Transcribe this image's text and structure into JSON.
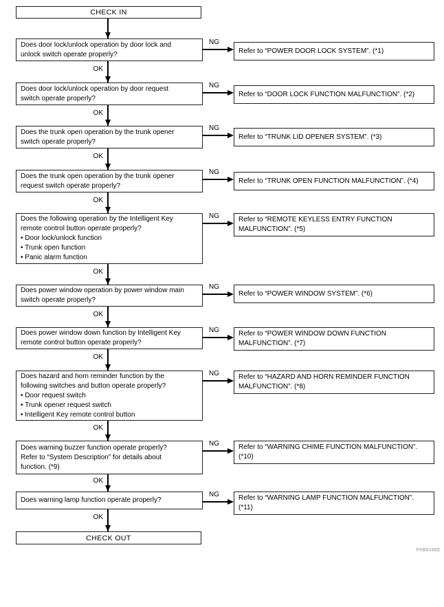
{
  "flowchart": {
    "start": "CHECK IN",
    "end": "CHECK OUT",
    "ok": "OK",
    "ng": "NG",
    "figure_code": "PIIB4186E"
  },
  "steps": [
    {
      "question_lines": [
        "Does door lock/unlock operation by door lock and",
        "unlock switch operate properly?"
      ],
      "referral_lines": [
        "Refer to “POWER DOOR LOCK SYSTEM”. (*1)"
      ]
    },
    {
      "question_lines": [
        "Does door lock/unlock operation by door request",
        "switch operate properly?"
      ],
      "referral_lines": [
        "Refer to “DOOR LOCK FUNCTION MALFUNCTION”. (*2)"
      ]
    },
    {
      "question_lines": [
        "Does the trunk open operation by the trunk opener",
        "switch operate properly?"
      ],
      "referral_lines": [
        "Refer to “TRUNK LID OPENER SYSTEM”. (*3)"
      ]
    },
    {
      "question_lines": [
        "Does the trunk open operation by the trunk opener",
        "request switch operate properly?"
      ],
      "referral_lines": [
        "Refer to “TRUNK OPEN FUNCTION MALFUNCTION”. (*4)"
      ]
    },
    {
      "question_lines": [
        "Does the following operation by the Intelligent Key",
        "remote control button operate properly?"
      ],
      "bullets": [
        "Door lock/unlock function",
        "Trunk open function",
        "Panic alarm function"
      ],
      "referral_lines": [
        "Refer to “REMOTE KEYLESS ENTRY FUNCTION",
        "MALFUNCTION”. (*5)"
      ]
    },
    {
      "question_lines": [
        "Does power window operation by power window main",
        "switch operate properly?"
      ],
      "referral_lines": [
        "Refer to “POWER WINDOW SYSTEM”. (*6)"
      ]
    },
    {
      "question_lines": [
        "Does power window down function by Intelligent Key",
        "remote control button operate properly?"
      ],
      "referral_lines": [
        "Refer to “POWER WINDOW DOWN FUNCTION",
        "MALFUNCTION”. (*7)"
      ]
    },
    {
      "question_lines": [
        "Does hazard and horn reminder function by the",
        "following switches and button operate properly?"
      ],
      "bullets": [
        "Door request switch",
        "Trunk opener request switch",
        "Intelligent Key remote control button"
      ],
      "referral_lines": [
        "Refer to “HAZARD AND HORN REMINDER FUNCTION",
        "MALFUNCTION”. (*8)"
      ]
    },
    {
      "question_lines": [
        "Does warning buzzer function operate properly?",
        "Refer to “System Description” for details about",
        "function. (*9)"
      ],
      "referral_lines": [
        "Refer to “WARNING CHIME FUNCTION MALFUNCTION”.",
        "(*10)"
      ]
    },
    {
      "question_lines": [
        "Does warning lamp function operate properly?"
      ],
      "referral_lines": [
        "Refer to “WARNING LAMP FUNCTION MALFUNCTION”.",
        "(*11)"
      ]
    }
  ]
}
